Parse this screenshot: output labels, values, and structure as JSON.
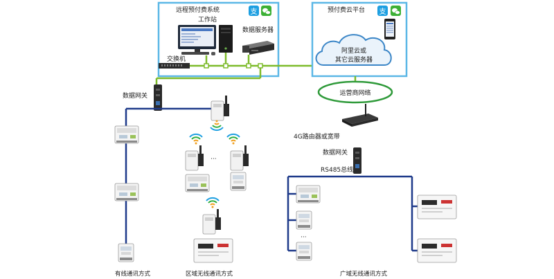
{
  "boxes": {
    "remote_system": "远程预付费系统",
    "cloud_platform": "预付费云平台"
  },
  "labels": {
    "workstation": "工作站",
    "data_server": "数据服务器",
    "switch": "交换机",
    "data_gateway_left": "数据网关",
    "cloud_line1": "阿里云或",
    "cloud_line2": "其它云服务器",
    "carrier_network": "运营商网络",
    "router": "4G路由器或宽带",
    "data_gateway_right": "数据网关",
    "rs485": "RS485总线",
    "ellipsis_h": "···",
    "ellipsis_v": "···"
  },
  "captions": {
    "wired": "有线通讯方式",
    "local_wireless": "区域无线通讯方式",
    "wide_wireless": "广域无线通讯方式"
  },
  "colors": {
    "box_border": "#5bb7e6",
    "green_line": "#7dbb2a",
    "blue_bus": "#1e3a8a",
    "cloud_border": "#3b86c7",
    "ellipse_border": "#2f9a3a",
    "alipay": "#1d9fe1",
    "wechat": "#3cb035"
  },
  "icons": [
    "alipay-icon",
    "wechat-icon",
    "wifi-icon",
    "phone-icon",
    "monitor-icon",
    "tower-pc-icon",
    "server-icon",
    "switch-icon",
    "gateway-icon",
    "router-icon",
    "meter-icon",
    "wireless-module-icon"
  ]
}
